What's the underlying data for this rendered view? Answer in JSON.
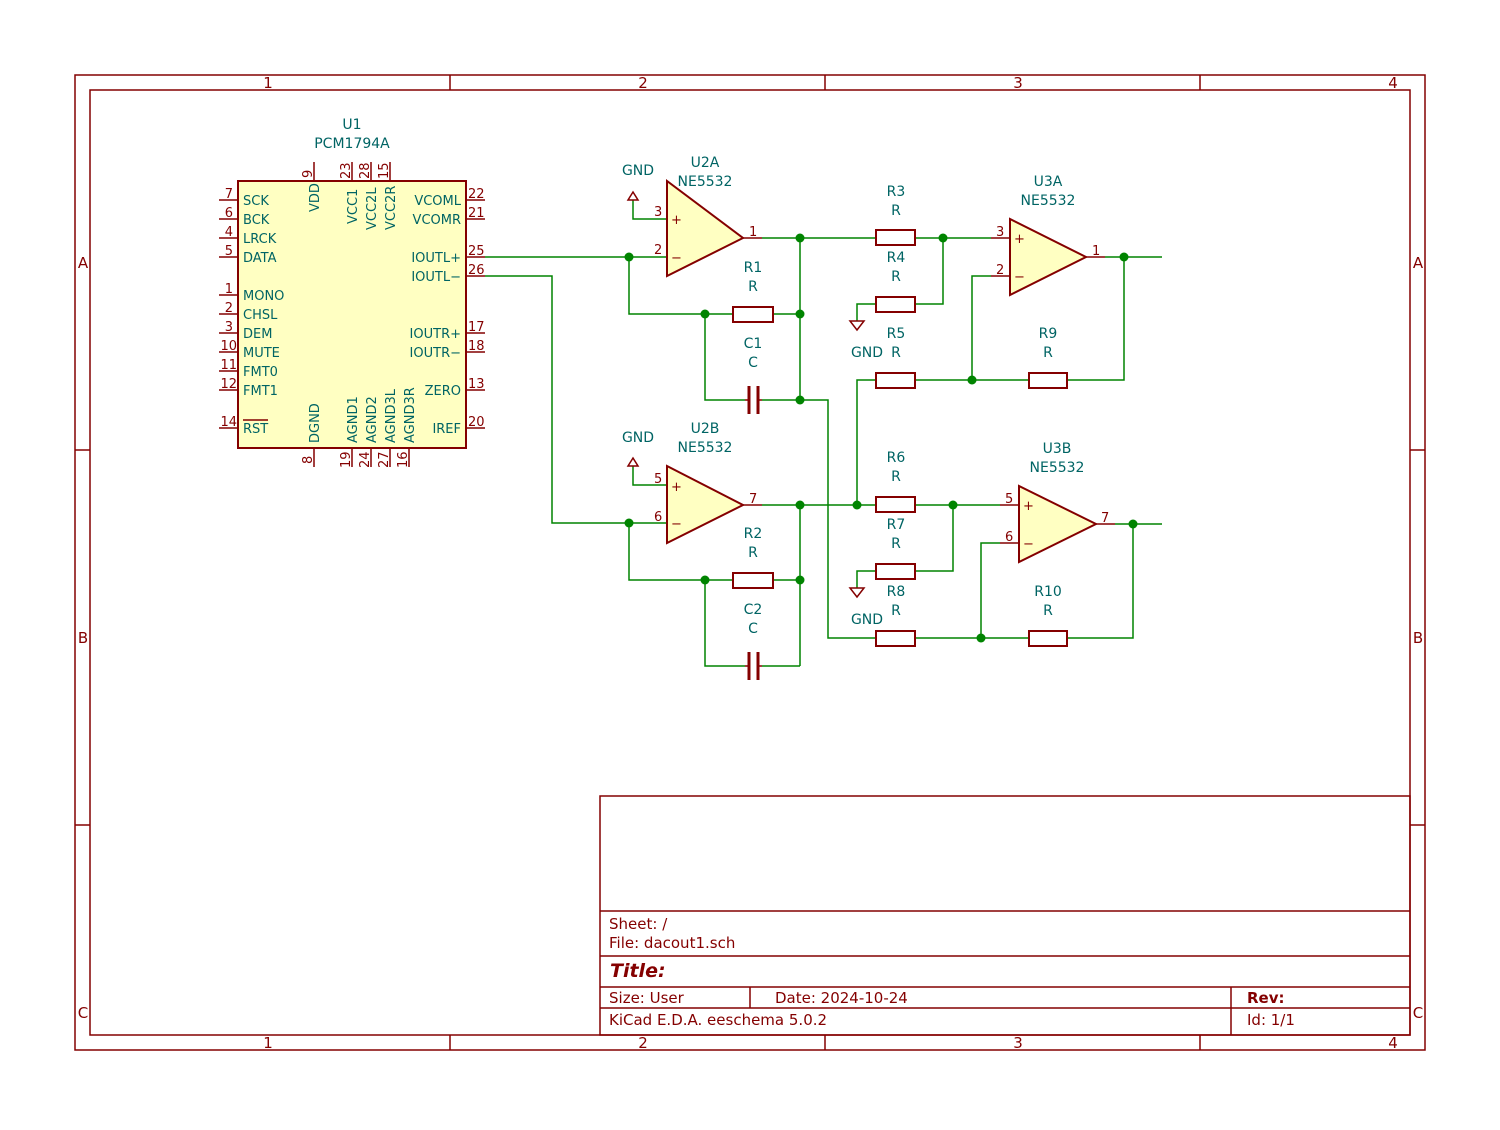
{
  "frame": {
    "columns": [
      "1",
      "2",
      "3",
      "4"
    ],
    "rows": [
      "A",
      "B",
      "C"
    ]
  },
  "components": {
    "U1": {
      "ref": "U1",
      "value": "PCM1794A",
      "left_pins": [
        {
          "name": "SCK",
          "num": "7"
        },
        {
          "name": "BCK",
          "num": "6"
        },
        {
          "name": "LRCK",
          "num": "4"
        },
        {
          "name": "DATA",
          "num": "5"
        },
        {
          "name": "MONO",
          "num": "1"
        },
        {
          "name": "CHSL",
          "num": "2"
        },
        {
          "name": "DEM",
          "num": "3"
        },
        {
          "name": "MUTE",
          "num": "10"
        },
        {
          "name": "FMT0",
          "num": "11"
        },
        {
          "name": "FMT1",
          "num": "12"
        },
        {
          "name": "RST",
          "num": "14"
        }
      ],
      "right_pins": [
        {
          "name": "VCOML",
          "num": "22"
        },
        {
          "name": "VCOMR",
          "num": "21"
        },
        {
          "name": "IOUTL+",
          "num": "25"
        },
        {
          "name": "IOUTL−",
          "num": "26"
        },
        {
          "name": "IOUTR+",
          "num": "17"
        },
        {
          "name": "IOUTR−",
          "num": "18"
        },
        {
          "name": "ZERO",
          "num": "13"
        },
        {
          "name": "IREF",
          "num": "20"
        }
      ],
      "top_pins": [
        {
          "name": "VDD",
          "num": "9"
        },
        {
          "name": "VCC1",
          "num": "23"
        },
        {
          "name": "VCC2L",
          "num": "28"
        },
        {
          "name": "VCC2R",
          "num": "15"
        }
      ],
      "bottom_pins": [
        {
          "name": "DGND",
          "num": "8"
        },
        {
          "name": "AGND1",
          "num": "19"
        },
        {
          "name": "AGND2",
          "num": "24"
        },
        {
          "name": "AGND3L",
          "num": "27"
        },
        {
          "name": "AGND3R",
          "num": "16"
        }
      ]
    },
    "opamps": [
      {
        "ref": "U2A",
        "value": "NE5532",
        "plus_pin": "3",
        "minus_pin": "2",
        "out_pin": "1"
      },
      {
        "ref": "U2B",
        "value": "NE5532",
        "plus_pin": "5",
        "minus_pin": "6",
        "out_pin": "7"
      },
      {
        "ref": "U3A",
        "value": "NE5532",
        "plus_pin": "3",
        "minus_pin": "2",
        "out_pin": "1"
      },
      {
        "ref": "U3B",
        "value": "NE5532",
        "plus_pin": "5",
        "minus_pin": "6",
        "out_pin": "7"
      }
    ],
    "resistors": [
      {
        "ref": "R1",
        "value": "R"
      },
      {
        "ref": "R2",
        "value": "R"
      },
      {
        "ref": "R3",
        "value": "R"
      },
      {
        "ref": "R4",
        "value": "R"
      },
      {
        "ref": "R5",
        "value": "R"
      },
      {
        "ref": "R6",
        "value": "R"
      },
      {
        "ref": "R7",
        "value": "R"
      },
      {
        "ref": "R8",
        "value": "R"
      },
      {
        "ref": "R9",
        "value": "R"
      },
      {
        "ref": "R10",
        "value": "R"
      }
    ],
    "capacitors": [
      {
        "ref": "C1",
        "value": "C"
      },
      {
        "ref": "C2",
        "value": "C"
      }
    ],
    "gnd_label": "GND"
  },
  "title_block": {
    "sheet": "Sheet: /",
    "file": "File: dacout1.sch",
    "title": "Title:",
    "size": "Size: User",
    "date": "Date: 2024-10-24",
    "rev": "Rev:",
    "tool": "KiCad E.D.A.  eeschema 5.0.2",
    "id": "Id: 1/1"
  },
  "colors": {
    "frame": "#840000",
    "wire": "#008400",
    "body_fill": "#ffffc2",
    "text": "#006464"
  }
}
